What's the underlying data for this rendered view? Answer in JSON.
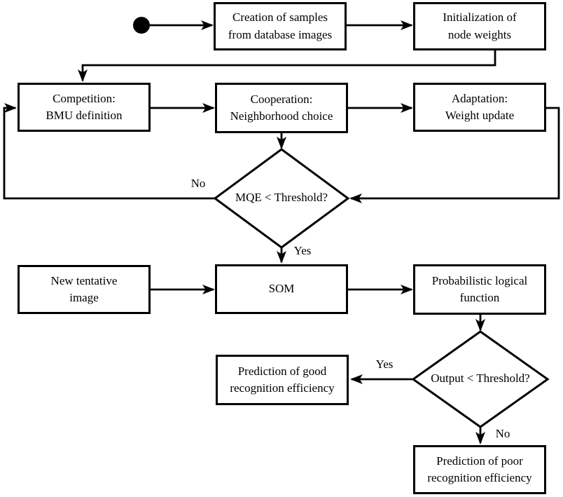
{
  "diagram": {
    "nodes": {
      "creation": {
        "label": "Creation of samples\nfrom database images"
      },
      "init": {
        "label": "Initialization of\nnode weights"
      },
      "competition": {
        "label": "Competition:\nBMU definition"
      },
      "cooperation": {
        "label": "Cooperation:\nNeighborhood choice"
      },
      "adaptation": {
        "label": "Adaptation:\nWeight update"
      },
      "mqe_decision": {
        "label": "MQE < Threshold?"
      },
      "new_image": {
        "label": "New tentative\nimage"
      },
      "som": {
        "label": "SOM"
      },
      "prob_function": {
        "label": "Probabilistic logical\nfunction"
      },
      "output_decision": {
        "label": "Output < Threshold?"
      },
      "good_prediction": {
        "label": "Prediction of good\nrecognition efficiency"
      },
      "poor_prediction": {
        "label": "Prediction of poor\nrecognition efficiency"
      }
    },
    "edge_labels": {
      "mqe_no": "No",
      "mqe_yes": "Yes",
      "output_yes": "Yes",
      "output_no": "No"
    },
    "colors": {
      "line": "#000000",
      "background": "#ffffff"
    }
  }
}
